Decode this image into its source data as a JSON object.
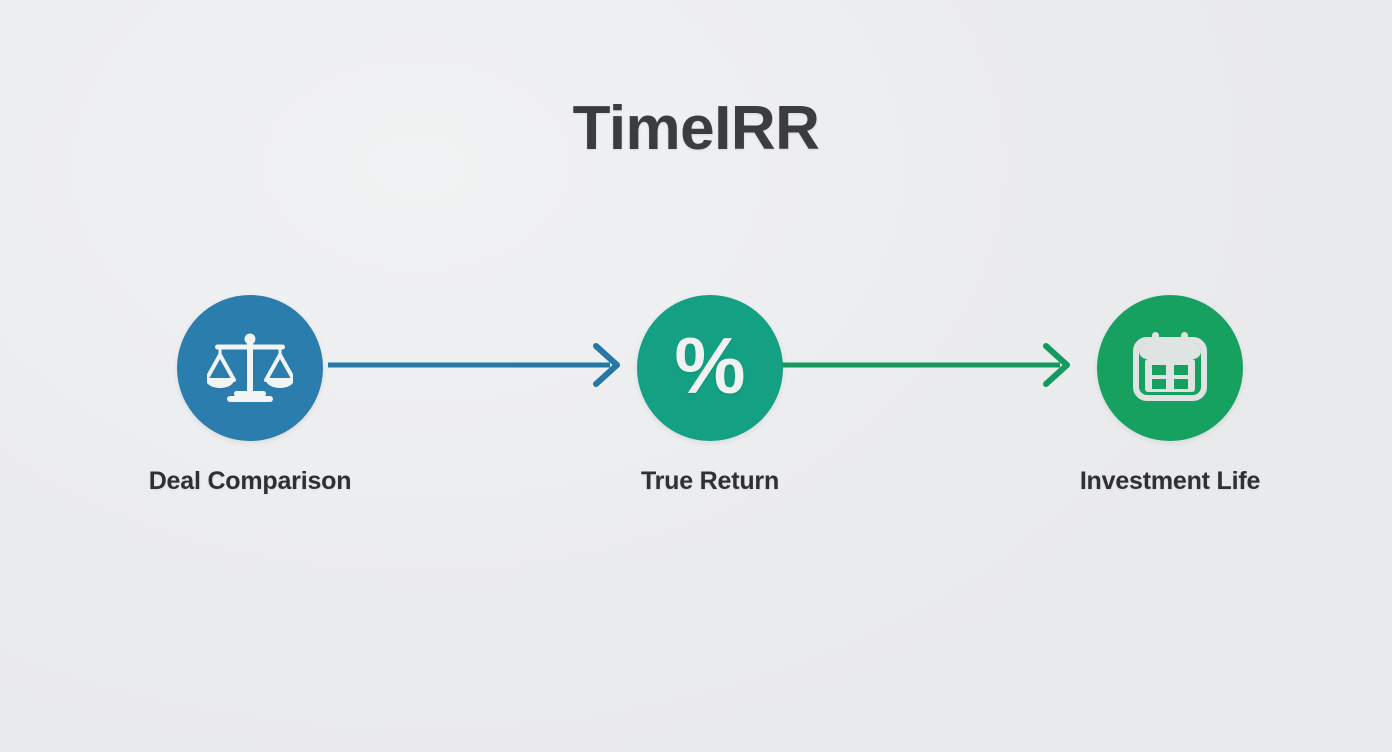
{
  "page": {
    "background_color": "#ecedef",
    "title": "TimeIRR",
    "title_color": "#3a3c3f"
  },
  "flow": {
    "nodes": [
      {
        "label": "Deal Comparison",
        "icon": "scales-icon",
        "circle_color": "#2b7dae",
        "icon_color": "#f1f4f5"
      },
      {
        "label": "True Return",
        "icon": "percent-icon",
        "icon_glyph": "%",
        "circle_color": "#13a083",
        "icon_color": "#f0f2f1"
      },
      {
        "label": "Investment Life",
        "icon": "calendar-icon",
        "circle_color": "#17a161",
        "icon_color": "#dfe4e3"
      }
    ],
    "connectors": [
      {
        "name": "arrow-deal-to-return",
        "color": "#2577a6"
      },
      {
        "name": "arrow-return-to-life",
        "color": "#149a5f"
      }
    ]
  }
}
